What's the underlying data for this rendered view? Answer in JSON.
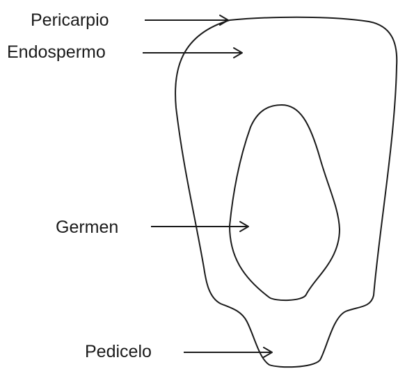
{
  "labels": {
    "pericarp": "Pericarpio",
    "endosperm": "Endospermo",
    "germ": "Germen",
    "pedicel": "Pedicelo"
  },
  "colors": {
    "line": "#1a1a1a",
    "background": "#ffffff"
  }
}
